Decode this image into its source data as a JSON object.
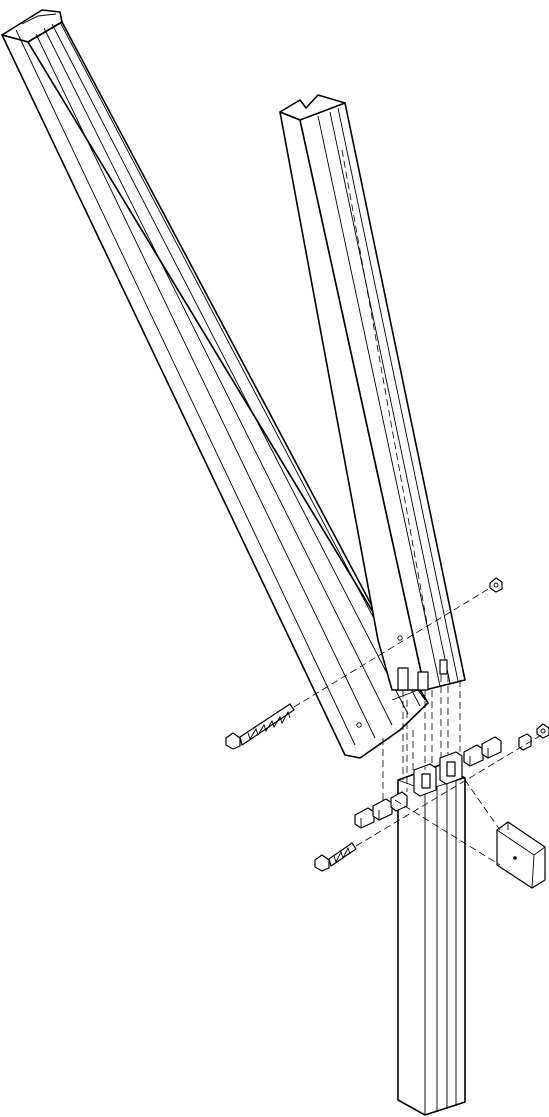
{
  "figure": {
    "description_visible_text": "",
    "colors": {
      "line": "#000000",
      "background": "#ffffff"
    },
    "parts": {
      "left_rafter": "left-rafter",
      "right_rafter": "right-rafter",
      "post": "post",
      "upper_bolt": "bolt",
      "lower_bolt": "bolt",
      "upper_nut": "nut",
      "right_nut": "nut",
      "washer_plate": "washer-plate",
      "connector_blocks": "connector-block"
    }
  }
}
